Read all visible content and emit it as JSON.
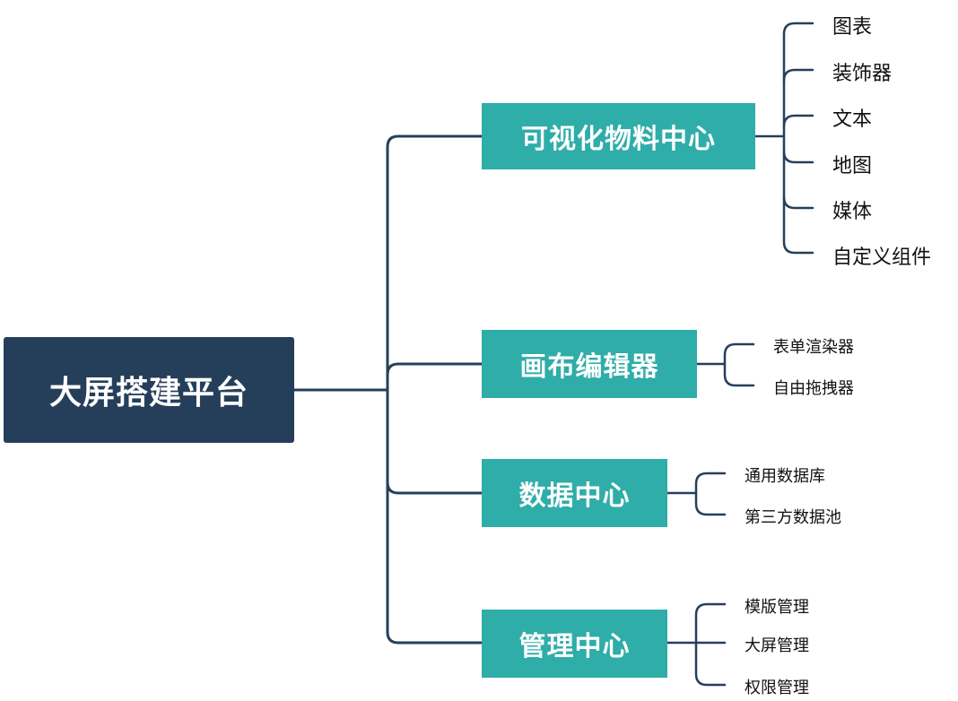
{
  "colors": {
    "root_bg": "#253f5b",
    "branch_bg": "#2fada8",
    "connector": "#253f5b",
    "node_text": "#ffffff",
    "leaf_text": "#111111"
  },
  "root": {
    "label": "大屏搭建平台"
  },
  "branches": [
    {
      "label": "可视化物料中心",
      "children": [
        "图表",
        "装饰器",
        "文本",
        "地图",
        "媒体",
        "自定义组件"
      ]
    },
    {
      "label": "画布编辑器",
      "children": [
        "表单渲染器",
        "自由拖拽器"
      ]
    },
    {
      "label": "数据中心",
      "children": [
        "通用数据库",
        "第三方数据池"
      ]
    },
    {
      "label": "管理中心",
      "children": [
        "模版管理",
        "大屏管理",
        "权限管理"
      ]
    }
  ]
}
